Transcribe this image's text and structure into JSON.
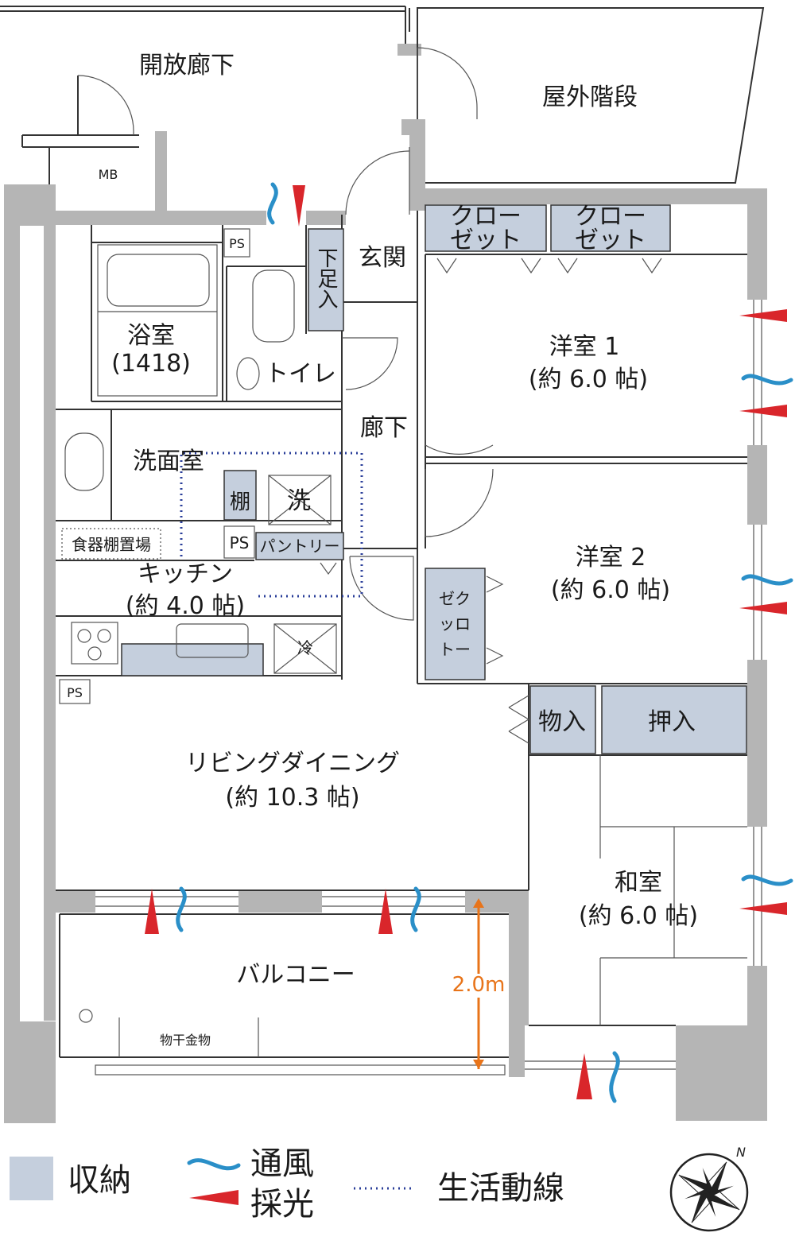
{
  "rooms": {
    "corridor_open": "開放廊下",
    "stairs": "屋外階段",
    "mb": "MB",
    "ps1": "PS",
    "ps2": "PS",
    "ps3": "PS",
    "geta": "下足入",
    "entrance": "玄関",
    "closet1": [
      "クロー",
      "ゼット"
    ],
    "closet2": [
      "クロー",
      "ゼット"
    ],
    "bath": "浴室",
    "bath_size": "(1418)",
    "toilet": "トイレ",
    "western1": "洋室 1",
    "western1_size": "(約 6.0 帖)",
    "hallway": "廊下",
    "washroom": "洗面室",
    "shelf": "棚",
    "washer": "洗",
    "dish_shelf": "食器棚置場",
    "pantry": "パントリー",
    "kitchen": "キッチン",
    "kitchen_size": "(約 4.0 帖)",
    "fridge": "冷",
    "western2": "洋室 2",
    "western2_size": "(約 6.0 帖)",
    "wic": [
      "ゼク",
      "ッロ",
      "トー"
    ],
    "storage": "物入",
    "oshiire": "押入",
    "living": "リビングダイニング",
    "living_size": "(約 10.3 帖)",
    "japanese": "和室",
    "japanese_size": "(約 6.0 帖)",
    "balcony": "バルコニー",
    "drying": "物干金物",
    "balcony_depth": "2.0m"
  },
  "legend": {
    "storage": "収納",
    "ventilation": "通風",
    "lighting": "採光",
    "route": "生活動線"
  },
  "compass": "N",
  "colors": {
    "storage": "#c5cfdd",
    "wall": "#b5b5b5",
    "sunlight": "#d9262b",
    "wind": "#2a8fc8",
    "route": "#2b3f9a",
    "dimension": "#e8741a"
  }
}
